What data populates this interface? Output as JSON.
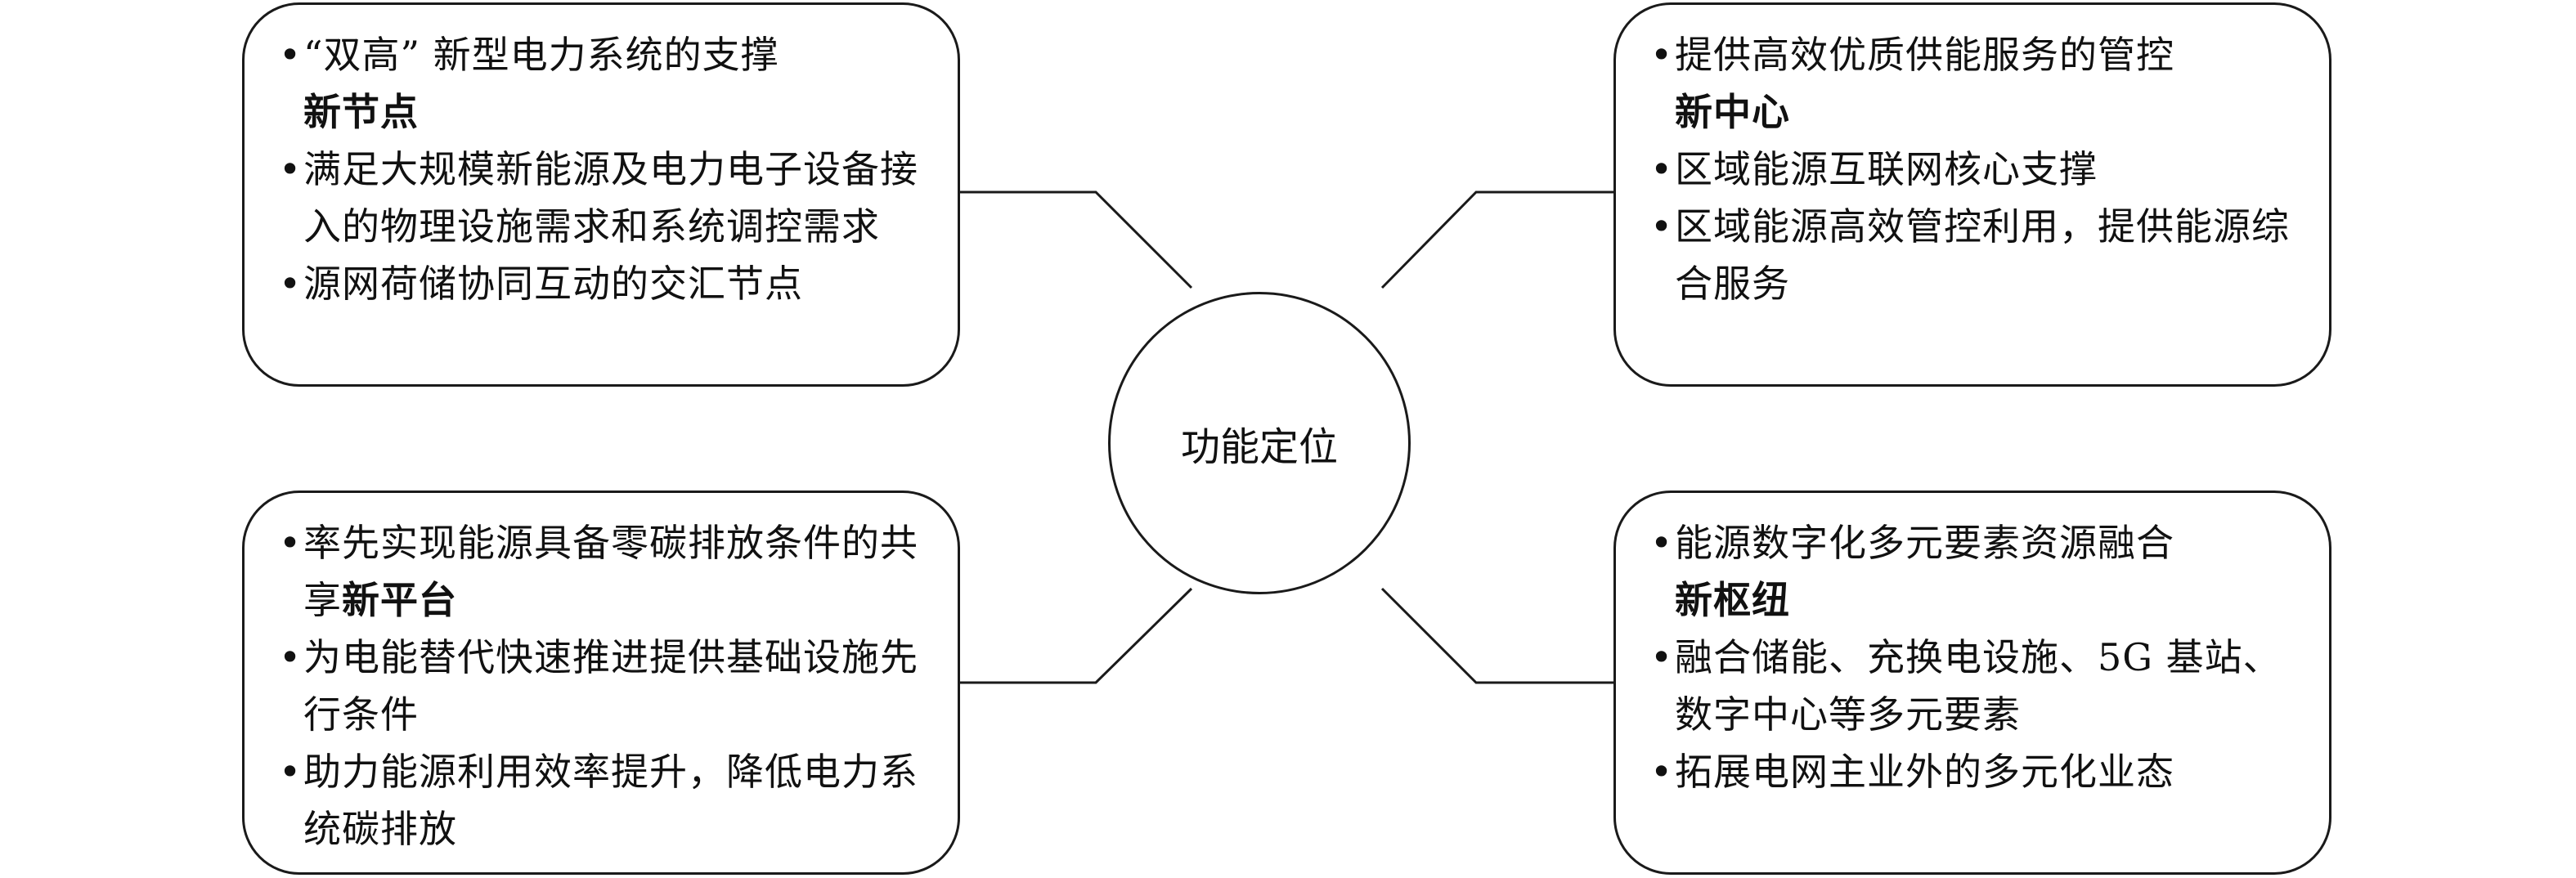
{
  "center": {
    "label": "功能定位"
  },
  "boxes": {
    "top_left": [
      {
        "text": "“双高” 新型电力系统的支撑",
        "bold": "新节点"
      },
      {
        "text": "满足大规模新能源及电力电子设备接入的物理设施需求和系统调控需求",
        "bold": ""
      },
      {
        "text": "源网荷储协同互动的交汇节点",
        "bold": ""
      }
    ],
    "top_right": [
      {
        "text": "提供高效优质供能服务的管控",
        "bold": "新中心"
      },
      {
        "text": "区域能源互联网核心支撑",
        "bold": ""
      },
      {
        "text": "区域能源高效管控利用，提供能源综合服务",
        "bold": ""
      }
    ],
    "bottom_left": [
      {
        "text": "率先实现能源具备零碳排放条件的共享",
        "bold": "新平台"
      },
      {
        "text": "为电能替代快速推进提供基础设施先行条件",
        "bold": ""
      },
      {
        "text": "助力能源利用效率提升，降低电力系统碳排放",
        "bold": ""
      }
    ],
    "bottom_right": [
      {
        "text": "能源数字化多元要素资源融合",
        "bold": "新枢纽"
      },
      {
        "text": "融合储能、充换电设施、5G 基站、数字中心等多元要素",
        "bold": ""
      },
      {
        "text": "拓展电网主业外的多元化业态",
        "bold": ""
      }
    ]
  }
}
